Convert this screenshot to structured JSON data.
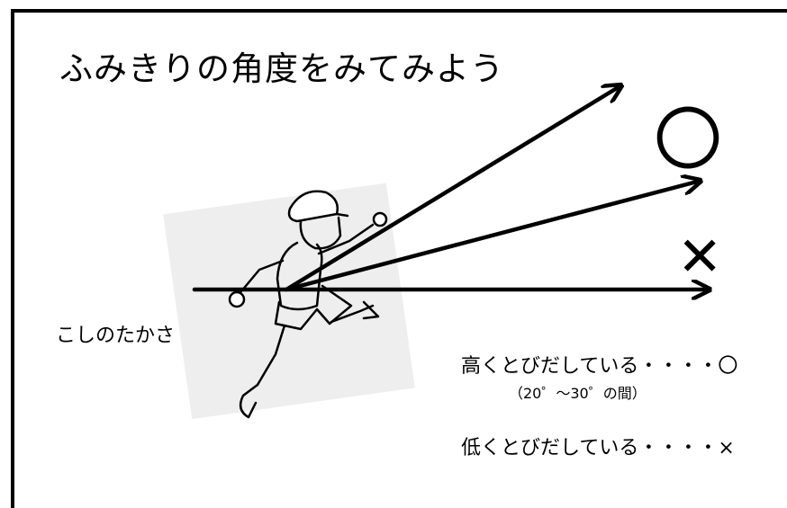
{
  "title": "ふみきりの角度をみてみよう",
  "hip_label": "こしのたかさ",
  "marks": {
    "good": "〇",
    "bad": "✕"
  },
  "legend": {
    "high": "高くとびだしている・・・・〇",
    "range": "（20゜～30゜の間）",
    "low": "低くとびだしている・・・・×"
  },
  "figure": "runner-illustration"
}
